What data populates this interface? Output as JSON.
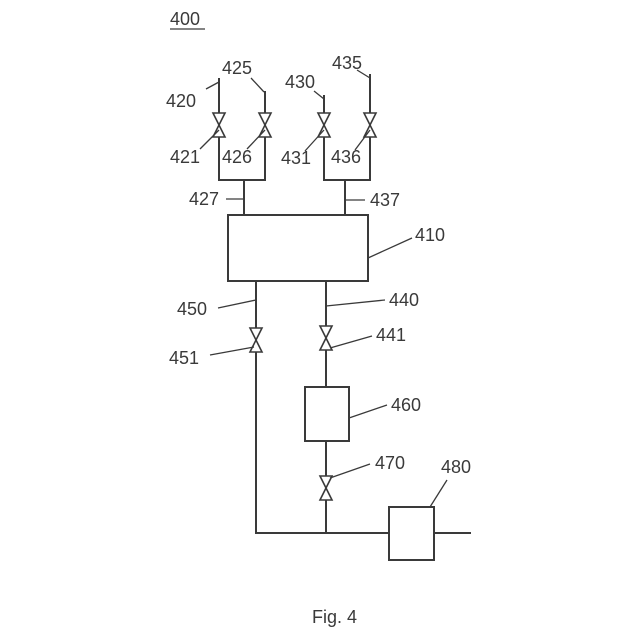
{
  "figure": {
    "number": "400",
    "caption": "Fig. 4"
  },
  "components": {
    "main_unit": "410",
    "unit_460": "460",
    "unit_480": "480"
  },
  "lines": {
    "inlet_420": "420",
    "inlet_425": "425",
    "inlet_430": "430",
    "inlet_435": "435",
    "line_427": "427",
    "line_437": "437",
    "line_440": "440",
    "line_450": "450"
  },
  "valves": {
    "valve_421": "421",
    "valve_426": "426",
    "valve_431": "431",
    "valve_436": "436",
    "valve_441": "441",
    "valve_451": "451",
    "valve_470": "470"
  }
}
